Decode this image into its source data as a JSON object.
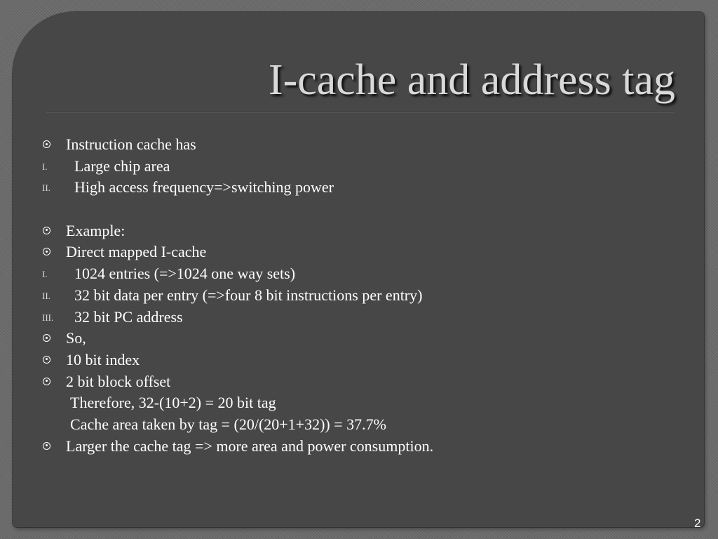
{
  "slide": {
    "title": "I-cache and address tag",
    "number": "2",
    "lines": [
      {
        "kind": "bullet",
        "text": "Instruction cache has"
      },
      {
        "kind": "numbered",
        "marker": "I.",
        "text": "Large chip area"
      },
      {
        "kind": "numbered",
        "marker": "II.",
        "text": "High access frequency=>switching power"
      },
      {
        "kind": "blank"
      },
      {
        "kind": "bullet",
        "text": "Example:"
      },
      {
        "kind": "bullet",
        "text": "Direct mapped I-cache"
      },
      {
        "kind": "numbered",
        "marker": "I.",
        "text": "1024 entries (=>1024 one way sets)"
      },
      {
        "kind": "numbered",
        "marker": "II.",
        "text": "32 bit data per entry (=>four 8 bit instructions per entry)"
      },
      {
        "kind": "numbered",
        "marker": "III.",
        "text": "32 bit PC address"
      },
      {
        "kind": "bullet",
        "text": "So,"
      },
      {
        "kind": "bullet",
        "text": "10 bit index"
      },
      {
        "kind": "bullet",
        "text": "2 bit block offset"
      },
      {
        "kind": "plain",
        "text": "Therefore, 32-(10+2) = 20 bit tag"
      },
      {
        "kind": "plain",
        "text": "Cache area taken by tag = (20/(20+1+32)) = 37.7%"
      },
      {
        "kind": "bullet",
        "text": "Larger the cache tag => more area and power consumption."
      }
    ]
  },
  "icons": {
    "bullet": "circle-dot-bullet-icon"
  }
}
